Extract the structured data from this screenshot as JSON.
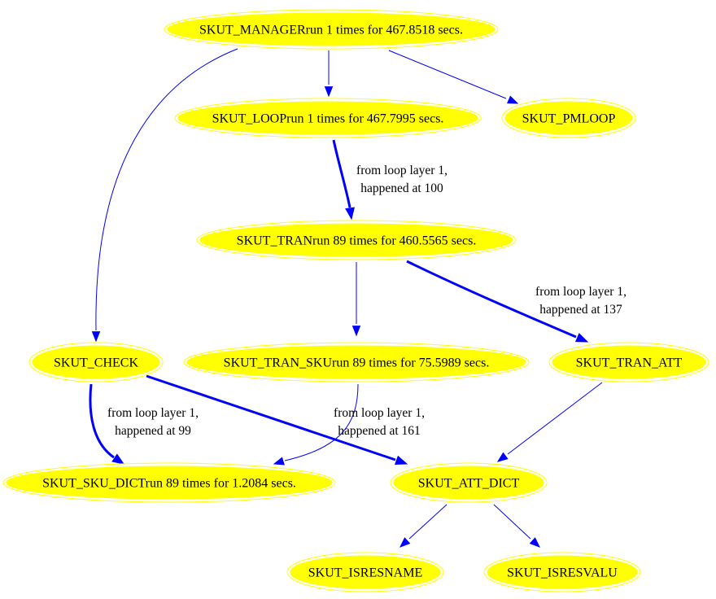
{
  "graph": {
    "node_color": "#ffff00",
    "edge_color": "#0000ff",
    "text_color": "#000000",
    "nodes": [
      {
        "id": "manager",
        "label": "SKUT_MANAGERrun 1 times for 467.8518 secs."
      },
      {
        "id": "loop",
        "label": "SKUT_LOOPrun 1 times for 467.7995 secs."
      },
      {
        "id": "pmloop",
        "label": "SKUT_PMLOOP"
      },
      {
        "id": "tran",
        "label": "SKUT_TRANrun 89 times for 460.5565 secs."
      },
      {
        "id": "check",
        "label": "SKUT_CHECK"
      },
      {
        "id": "tran_sku",
        "label": "SKUT_TRAN_SKUrun 89 times for 75.5989 secs."
      },
      {
        "id": "tran_att",
        "label": "SKUT_TRAN_ATT"
      },
      {
        "id": "sku_dict",
        "label": "SKUT_SKU_DICTrun 89 times for 1.2084 secs."
      },
      {
        "id": "att_dict",
        "label": "SKUT_ATT_DICT"
      },
      {
        "id": "isresname",
        "label": "SKUT_ISRESNAME"
      },
      {
        "id": "isresvalu",
        "label": "SKUT_ISRESVALU"
      }
    ],
    "edges": [
      {
        "from": "manager",
        "to": "loop",
        "bold": false,
        "label": []
      },
      {
        "from": "manager",
        "to": "pmloop",
        "bold": false,
        "label": []
      },
      {
        "from": "manager",
        "to": "check",
        "bold": false,
        "label": []
      },
      {
        "from": "loop",
        "to": "tran",
        "bold": true,
        "label": [
          "from loop layer 1,",
          "happened at 100"
        ]
      },
      {
        "from": "tran",
        "to": "tran_sku",
        "bold": false,
        "label": []
      },
      {
        "from": "tran",
        "to": "tran_att",
        "bold": true,
        "label": [
          "from loop layer 1,",
          "happened at 137"
        ]
      },
      {
        "from": "check",
        "to": "sku_dict",
        "bold": true,
        "label": [
          "from loop layer 1,",
          "happened at 99"
        ]
      },
      {
        "from": "check",
        "to": "att_dict",
        "bold": true,
        "label": [
          "from loop layer 1,",
          "happened at 161"
        ]
      },
      {
        "from": "tran_sku",
        "to": "sku_dict",
        "bold": false,
        "label": []
      },
      {
        "from": "tran_att",
        "to": "att_dict",
        "bold": false,
        "label": []
      },
      {
        "from": "att_dict",
        "to": "isresname",
        "bold": false,
        "label": []
      },
      {
        "from": "att_dict",
        "to": "isresvalu",
        "bold": false,
        "label": []
      }
    ]
  }
}
